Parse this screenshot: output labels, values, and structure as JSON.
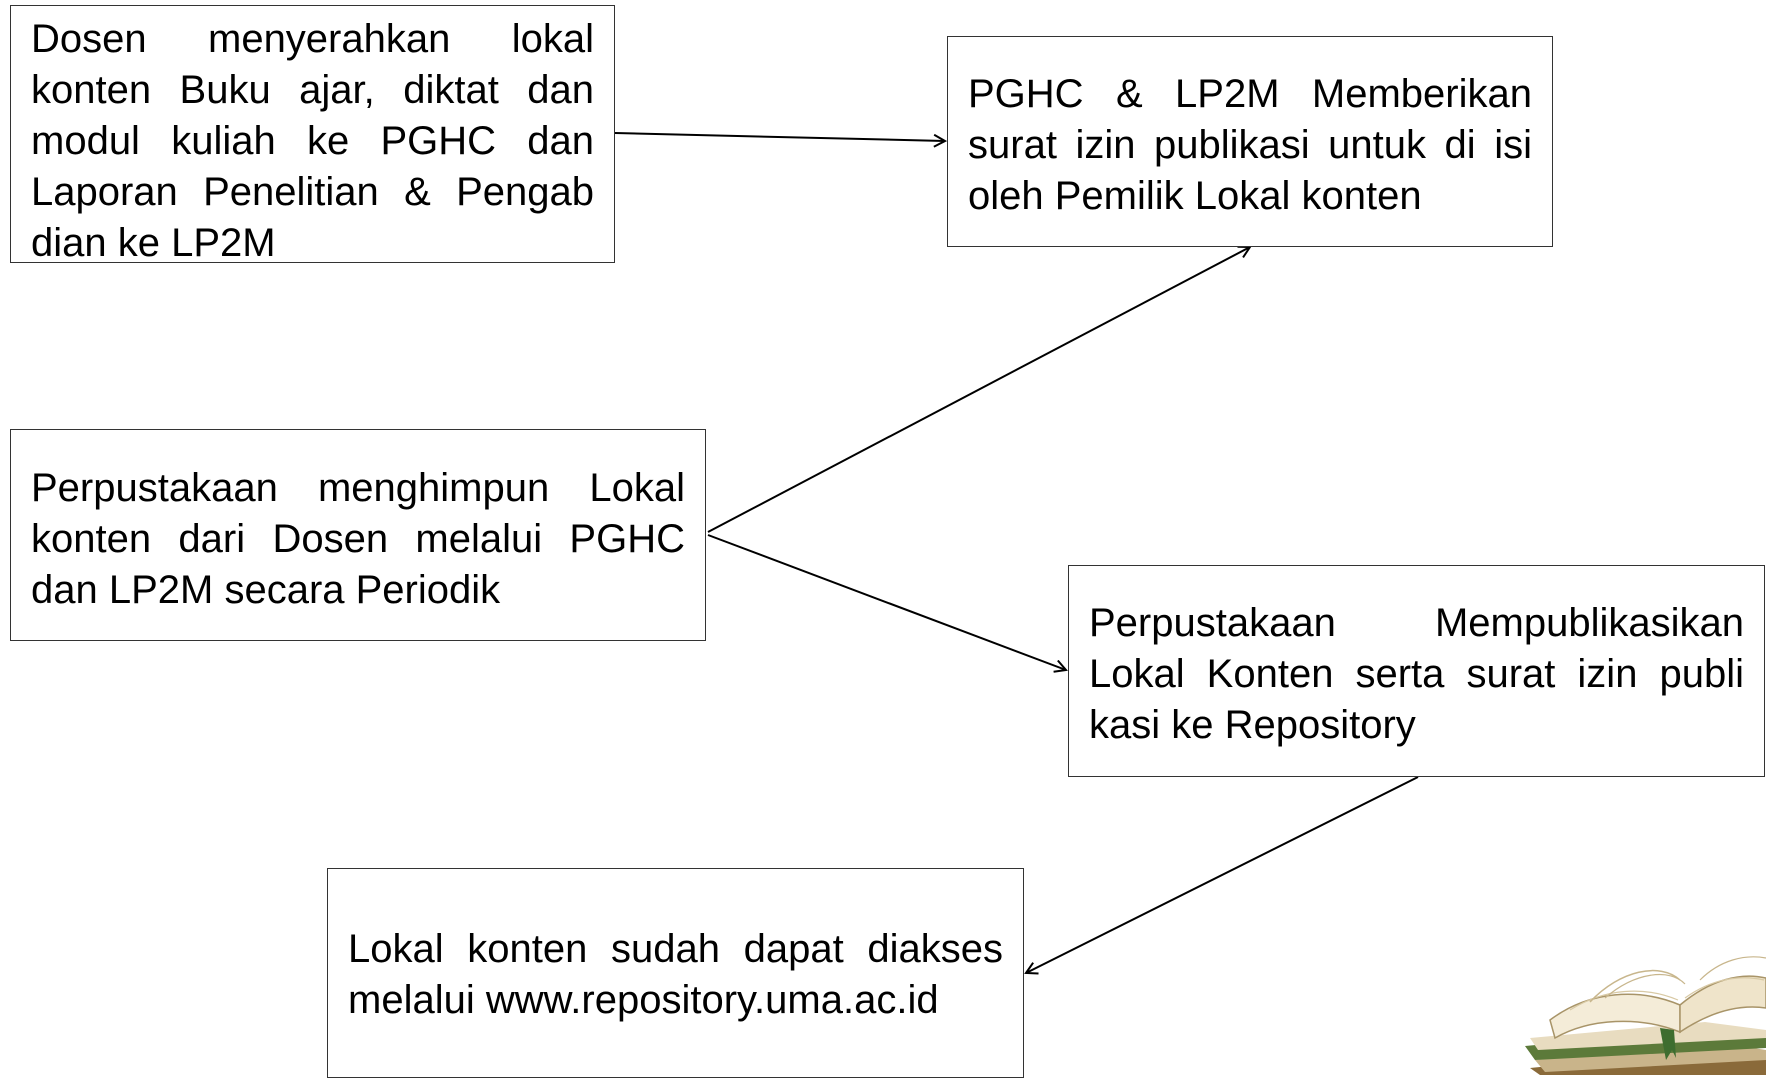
{
  "diagram": {
    "nodes": {
      "dosen": "Dosen menyerahkan lokal konten Buku ajar, diktat dan modul kuliah ke PGHC dan Laporan Penelitian & Pengab dian ke LP2M",
      "pghc": "PGHC & LP2M Memberikan surat izin publikasi untuk di isi oleh Pemilik Lokal konten",
      "perpus": "Perpustakaan menghimpun Lokal konten dari Dosen melalui PGHC dan LP2M secara Periodik",
      "publish": "Perpustakaan Mempublikasikan Lokal Konten serta surat izin publi kasi ke Repository",
      "akses": "Lokal konten sudah dapat diakses melalui www.repository.uma.ac.id"
    },
    "edges": [
      {
        "from": "dosen",
        "to": "pghc"
      },
      {
        "from": "perpus",
        "to": "pghc"
      },
      {
        "from": "perpus",
        "to": "publish"
      },
      {
        "from": "publish",
        "to": "akses"
      }
    ],
    "colors": {
      "box_border": "#333333",
      "arrow": "#000000",
      "text": "#000000"
    },
    "decoration": "open-book-icon"
  }
}
